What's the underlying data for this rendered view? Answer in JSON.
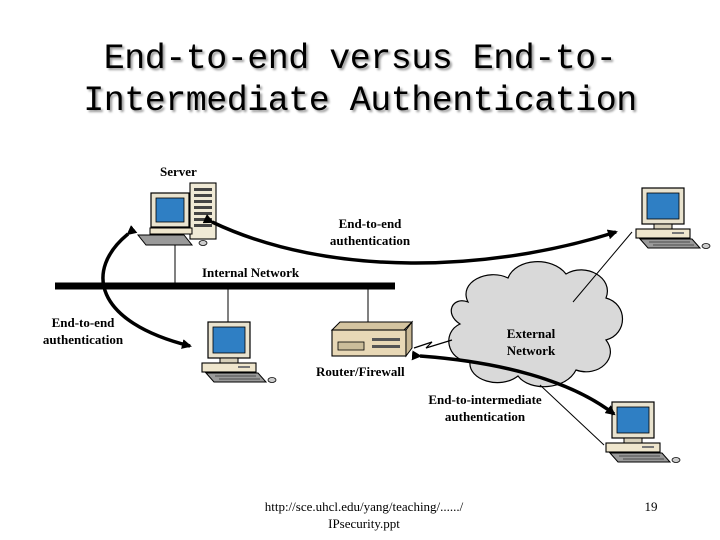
{
  "slide": {
    "title_line1": "End-to-end versus End-to-",
    "title_line2": "Intermediate Authentication"
  },
  "diagram": {
    "server_label": "Server",
    "internal_network_label": "Internal Network",
    "external_network_label_line1": "External",
    "external_network_label_line2": "Network",
    "router_firewall_label": "Router/Firewall",
    "e2e_top_line1": "End-to-end",
    "e2e_top_line2": "authentication",
    "e2e_left_line1": "End-to-end",
    "e2e_left_line2": "authentication",
    "e2i_line1": "End-to-intermediate",
    "e2i_line2": "authentication"
  },
  "footer": {
    "source_line1": "http://sce.uhcl.edu/yang/teaching/....../",
    "source_line2": "IPsecurity.ppt",
    "page_number": "19"
  },
  "colors": {
    "screen": "#2f7fc4",
    "beige": "#f2ead4",
    "cloud": "#d9d9d9",
    "router": "#e8d8b6"
  },
  "icons": [
    "server-workstation-icon",
    "desktop-computer-icon",
    "router-firewall-icon",
    "cloud-icon",
    "lightning-link-icon"
  ]
}
